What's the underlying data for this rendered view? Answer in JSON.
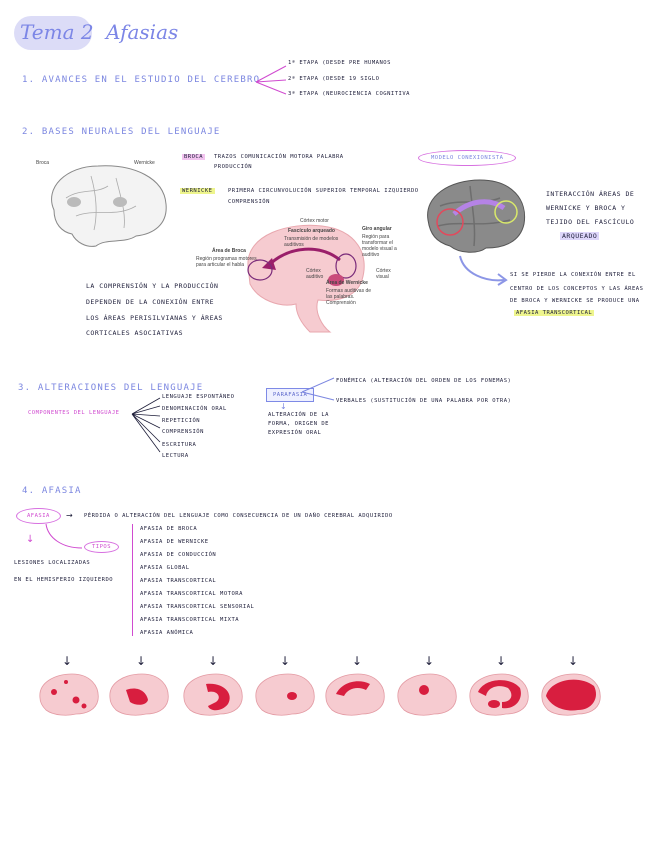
{
  "header": {
    "tema": "Tema 2",
    "title": "Afasias"
  },
  "section1": {
    "heading": "1. AVANCES EN EL ESTUDIO DEL CEREBRO",
    "items": [
      "1ª ETAPA (DESDE PRE HUMANOS",
      "2ª ETAPA (DESDE 19 SIGLO",
      "3ª ETAPA (NEUROCIENCIA COGNITIVA"
    ]
  },
  "section2": {
    "heading": "2. BASES NEURALES DEL LENGUAJE",
    "broca_label": "Broca",
    "wernicke_label": "Wernicke",
    "broca_tag": "BROCA",
    "broca_items": [
      "TRAZOS COMUNICACIÓN MOTORA PALABRA",
      "PRODUCCIÓN"
    ],
    "wernicke_tag": "WERNICKE",
    "wernicke_items": [
      "PRIMERA CIRCUNVOLUCIÓN SUPERIOR TEMPORAL IZQUIERDO",
      "COMPRENSIÓN"
    ],
    "diagram": {
      "corteza_motora": "Córtex motor",
      "fasciculo": "Fascículo arqueado",
      "fasciculo_desc": "Transmisión de modelos auditivos",
      "giro": "Giro angular",
      "giro_desc": "Región para transformar el modelo visual a auditivo",
      "area_broca": "Área de Broca",
      "area_broca_desc": "Región programas motores para articular el habla",
      "cortex_auditivo": "Córtex auditivo",
      "area_wernicke": "Área de Wernicke",
      "area_wernicke_desc": "Formas auditivas de las palabras. Comprensión",
      "cortex_visual": "Córtex visual"
    },
    "note_left": [
      "LA COMPRENSIÓN Y LA PRODUCCIÓN",
      "DEPENDEN DE LA CONEXIÓN ENTRE",
      "LOS ÁREAS PERISILVIANAS Y ÁREAS",
      "CORTICALES ASOCIATIVAS"
    ],
    "modelo_tag": "MODELO CONEXIONISTA",
    "modelo_note": [
      "INTERACCIÓN ÁREAS DE",
      "WERNICKE Y BROCA Y",
      "TEJIDO DEL FASCÍCULO",
      "ARQUEADO"
    ],
    "note_right": [
      "SI SE PIERDE LA CONEXIÓN ENTRE EL",
      "CENTRO DE LOS CONCEPTOS Y LAS ÁREAS",
      "DE BROCA Y WERNICKE SE PRODUCE UNA",
      "AFASIA TRANSCORTICAL"
    ]
  },
  "section3": {
    "heading": "3. ALTERACIONES DEL LENGUAJE",
    "components_label": "COMPONENTES DEL LENGUAJE",
    "components": [
      "LENGUAJE ESPONTÁNEO",
      "DENOMINACIÓN ORAL",
      "REPETICIÓN",
      "COMPRENSIÓN",
      "ESCRITURA",
      "LECTURA"
    ],
    "parafasia_tag": "PARAFASIA",
    "parafasia_desc": [
      "ALTERACIÓN DE LA",
      "FORMA, ORIGEN DE",
      "EXPRESIÓN ORAL"
    ],
    "parafasia_types": [
      "FONÉMICA (ALTERACIÓN DEL ORDEN DE LOS FONEMAS)",
      "VERBALES (SUSTITUCIÓN DE UNA PALABRA POR OTRA)"
    ]
  },
  "section4": {
    "heading": "4. AFASIA",
    "afasia_tag": "AFASIA",
    "definition": "PÉRDIDA O ALTERACIÓN DEL LENGUAJE COMO CONSECUENCIA DE UN DAÑO CEREBRAL ADQUIRIDO",
    "tipos_tag": "TIPOS",
    "lesiones": [
      "LESIONES LOCALIZADAS",
      "EN EL HEMISFERIO IZQUIERDO"
    ],
    "types": [
      "AFASIA DE BROCA",
      "AFASIA DE WERNICKE",
      "AFASIA DE CONDUCCIÓN",
      "AFASIA GLOBAL",
      "AFASIA TRANSCORTICAL",
      "AFASIA TRANSCORTICAL MOTORA",
      "AFASIA TRANSCORTICAL SENSORIAL",
      "AFASIA TRANSCORTICAL MIXTA",
      "AFASIA ANÓMICA"
    ]
  },
  "colors": {
    "accent": "#7b86e0",
    "pink": "#d04bd0",
    "lesion": "#d81e3f",
    "brain": "#f6cbd0"
  }
}
